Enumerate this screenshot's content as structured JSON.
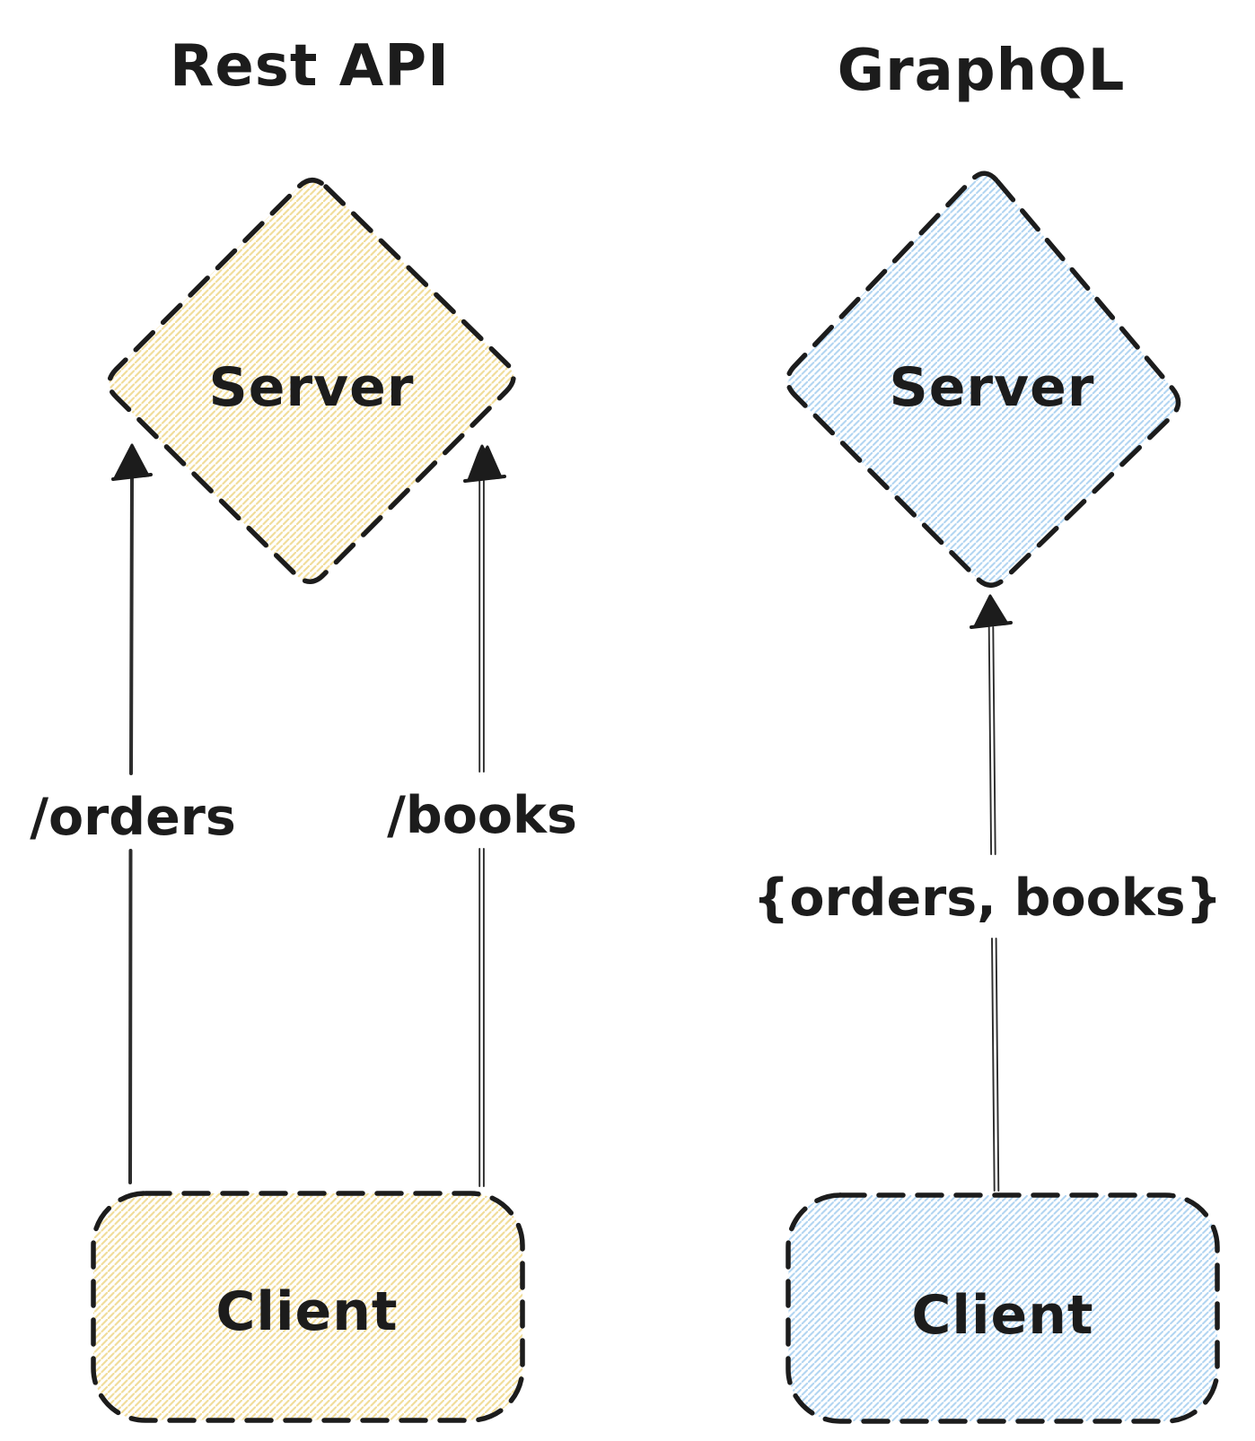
{
  "diagram": {
    "background": "#ffffff",
    "ink_color": "#1c1c1c",
    "style": "hand-drawn sketch, dashed outlines, hatched fills",
    "panels": [
      {
        "title": "Rest API",
        "theme": "yellow",
        "hatch_color": "#f1dd9b",
        "server": {
          "label": "Server",
          "shape": "diamond"
        },
        "client": {
          "label": "Client",
          "shape": "rounded-rectangle"
        },
        "requests": [
          {
            "label": "/orders",
            "from": "Client",
            "to": "Server"
          },
          {
            "label": "/books",
            "from": "Client",
            "to": "Server"
          }
        ]
      },
      {
        "title": "GraphQL",
        "theme": "blue",
        "hatch_color": "#b0d4f1",
        "server": {
          "label": "Server",
          "shape": "diamond"
        },
        "client": {
          "label": "Client",
          "shape": "rounded-rectangle"
        },
        "requests": [
          {
            "label": "{orders, books}",
            "from": "Client",
            "to": "Server"
          }
        ]
      }
    ]
  }
}
